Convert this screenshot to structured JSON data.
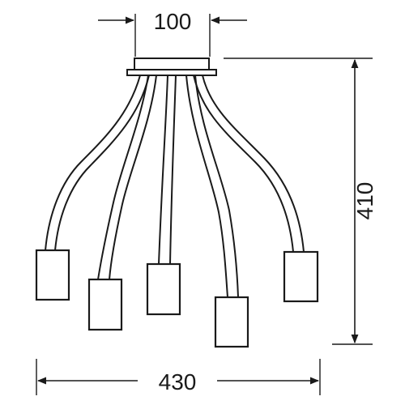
{
  "dimensions": {
    "top_width": "100",
    "height": "410",
    "bottom_width": "430"
  },
  "colors": {
    "line": "#1a1a1a",
    "background": "#ffffff"
  },
  "fixture": {
    "type": "ceiling-lamp",
    "arm_count": 5
  }
}
